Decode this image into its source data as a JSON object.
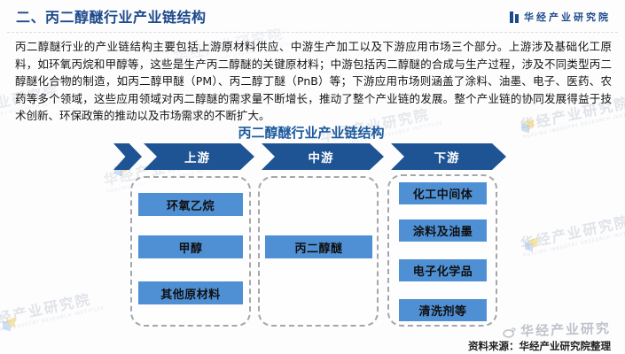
{
  "header": {
    "title": "二、丙二醇醚行业产业链结构",
    "logo": "华经产业研究院"
  },
  "body": {
    "paragraph": "丙二醇醚行业的产业链结构主要包括上游原材料供应、中游生产加工以及下游应用市场三个部分。上游涉及基础化工原料，如环氧丙烷和甲醇等，这些是生产丙二醇醚的关键原材料；中游包括丙二醇醚的合成与生产过程，涉及不同类型丙二醇醚化合物的制造，如丙二醇甲醚（PM）、丙二醇丁醚（PnB）等；下游应用市场则涵盖了涂料、油墨、电子、医药、农药等多个领域，这些应用领域对丙二醇醚的需求量不断增长，推动了整个产业链的发展。整个产业链的协同发展得益于技术创新、环保政策的推动以及市场需求的不断扩大。"
  },
  "diagram": {
    "title": "丙二醇醚行业产业链结构",
    "stages": [
      {
        "label": "上游",
        "items": [
          "环氧乙烷",
          "甲醇",
          "其他原材料"
        ]
      },
      {
        "label": "中游",
        "items": [
          "丙二醇醚"
        ]
      },
      {
        "label": "下游",
        "items": [
          "化工中间体",
          "涂料及油墨",
          "电子化学品",
          "清洗剂等"
        ]
      }
    ]
  },
  "footer": {
    "source": "资料来源：华经产业研究院整理"
  },
  "watermarks": {
    "brand": "华经产业研究院",
    "weibo": "华经产业研究",
    "subline": "HUAJING INDUSTRY RESEARCH INSTITUTE"
  },
  "colors": {
    "accent_dark": "#1e5394",
    "accent_light": "#4f90d5",
    "title_blue": "#1d4a8c"
  }
}
